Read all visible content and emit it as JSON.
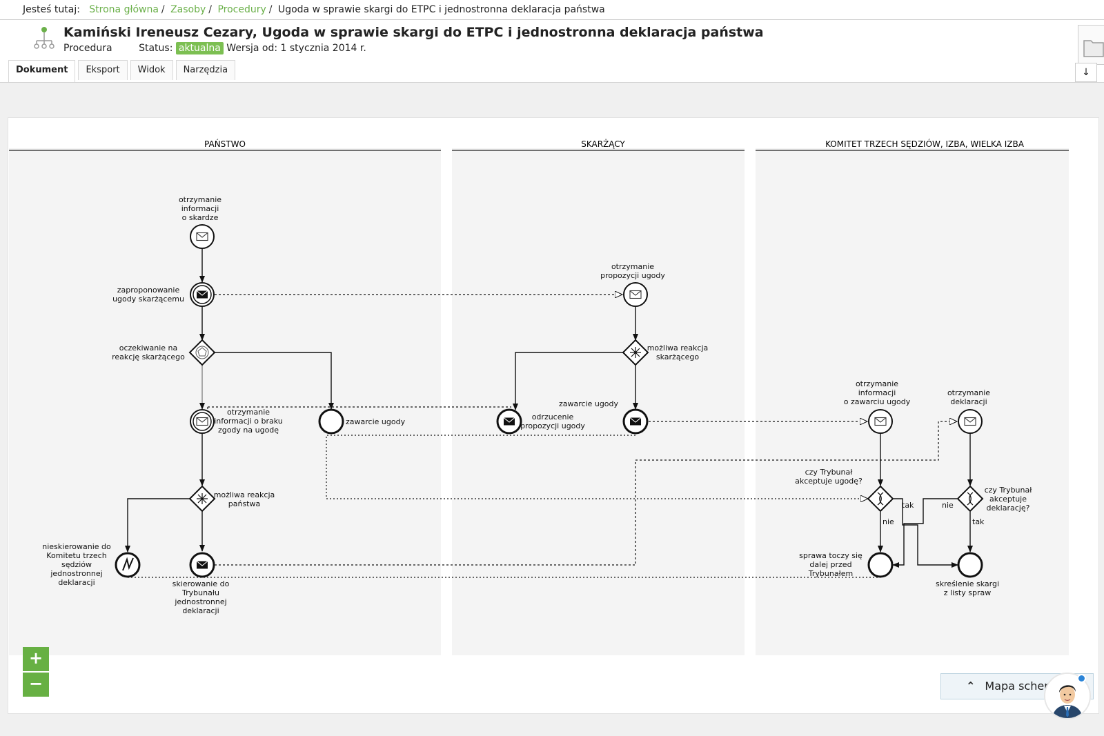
{
  "breadcrumb": {
    "prefix": "Jesteś tutaj:",
    "items": [
      "Strona główna",
      "Zasoby",
      "Procedury"
    ],
    "current": "Ugoda w sprawie skargi do ETPC i jednostronna deklaracja państwa"
  },
  "header": {
    "title": "Kamiński Ireneusz Cezary, Ugoda w sprawie skargi do ETPC i jednostronna deklaracja państwa",
    "type": "Procedura",
    "status_label": "Status:",
    "status_value": "aktualna",
    "version": "Wersja od: 1 stycznia 2014 r."
  },
  "tabs": [
    "Dokument",
    "Eksport",
    "Widok",
    "Narzędzia"
  ],
  "colors": {
    "accent": "#6bb04a",
    "badge": "#7cbf52",
    "lane_bg": "#f4f4f4"
  },
  "diagram": {
    "lanes": [
      "PAŃSTWO",
      "SKARŻĄCY",
      "KOMITET TRZECH SĘDZIÓW, IZBA, WIELKA IZBA"
    ],
    "labels": {
      "l1": [
        "otrzymanie",
        "informacji",
        "o skardze"
      ],
      "l2": [
        "zaproponowanie",
        "ugody skarżącemu"
      ],
      "l3": [
        "oczekiwanie na",
        "reakcję skarżącego"
      ],
      "l4": [
        "otrzymanie",
        "informacji o braku",
        "zgody na ugodę"
      ],
      "l5": [
        "zawarcie ugody"
      ],
      "l6": [
        "możliwa reakcja",
        "państwa"
      ],
      "l7": [
        "nieskierowanie do",
        "Komitetu trzech",
        "sędziów",
        "jednostronnej",
        "deklaracji"
      ],
      "l8": [
        "skierowanie do",
        "Trybunału",
        "jednostronnej",
        "deklaracji"
      ],
      "l9": [
        "otrzymanie",
        "propozycji ugody"
      ],
      "l10": [
        "możliwa reakcja",
        "skarżącego"
      ],
      "l11": [
        "zawarcie ugody"
      ],
      "l12": [
        "odrzucenie",
        "propozycji ugody"
      ],
      "l13": [
        "otrzymanie",
        "informacji",
        "o zawarciu ugody"
      ],
      "l14": [
        "otrzymanie",
        "deklaracji"
      ],
      "l15": [
        "czy Trybunał",
        "akceptuje ugodę?"
      ],
      "l16": [
        "czy Trybunał",
        "akceptuje",
        "deklarację?"
      ],
      "l17": [
        "sprawa toczy się",
        "dalej przed",
        "Trybunałem"
      ],
      "l18": [
        "skreślenie skargi",
        "z listy spraw"
      ],
      "tak1": [
        "tak"
      ],
      "nie1": [
        "nie"
      ],
      "nie2": [
        "nie"
      ],
      "tak2": [
        "tak"
      ]
    }
  },
  "zoom": {
    "in": "+",
    "out": "−"
  },
  "minimap": {
    "chevron": "⌃",
    "label": "Mapa schem"
  },
  "icons": {
    "download": "arrow-down-icon",
    "process": "process-tree-icon",
    "folder": "folder-icon",
    "avatar": "assistant-avatar"
  }
}
